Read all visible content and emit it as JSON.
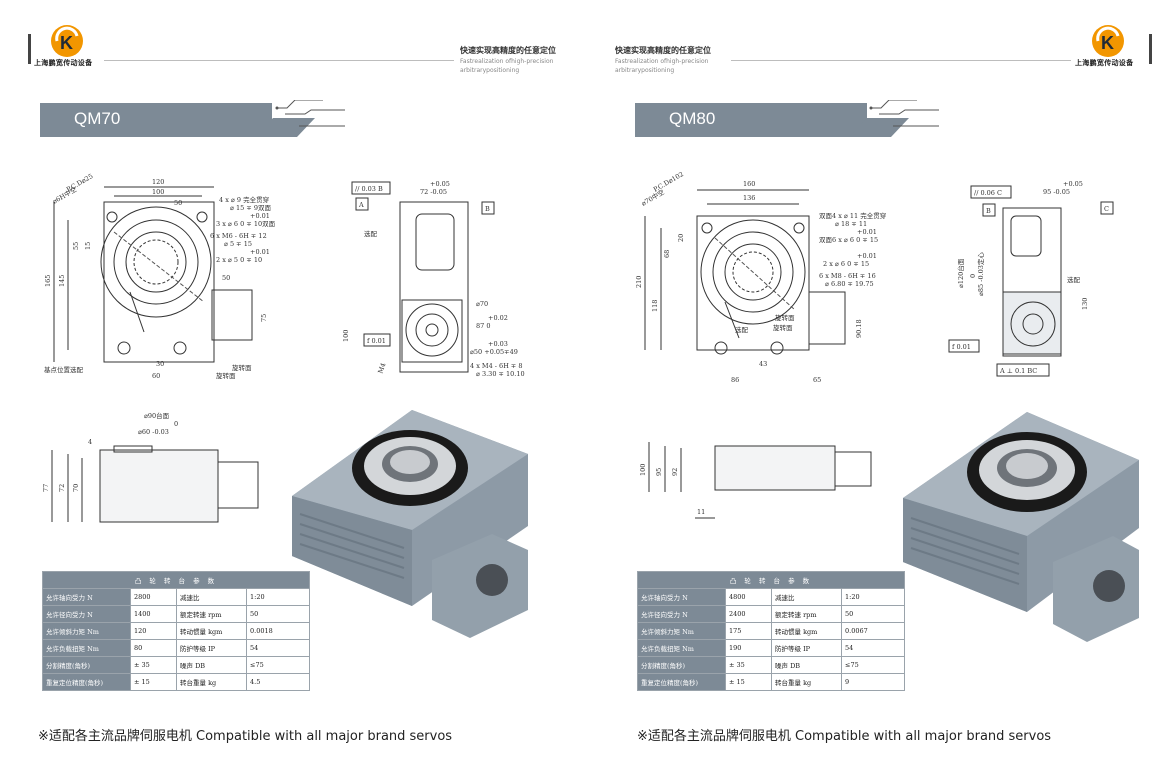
{
  "brand": {
    "name": "上海鹏宽传动设备",
    "accent": "#f29600",
    "dark": "#1f2a36"
  },
  "tagline": {
    "cn": "快速实现高精度的任意定位",
    "en1": "Fastrealization ofhigh-precision",
    "en2": "arbitrarypositioning"
  },
  "footer": "※适配各主流品牌伺服电机 Compatible with all major brand servos",
  "pages": [
    {
      "model": "QM70",
      "dims": {
        "pcd": "P.C.D⌀25",
        "pilot": "⌀6H中空",
        "w120": "120",
        "w100": "100",
        "w50": "50",
        "h165": "165",
        "h145": "145",
        "h55": "55",
        "h15": "15",
        "hole1": "4 x ⌀ 9 完全贯穿",
        "hole1b": "⌀ 15 ∓ 9双面",
        "hole2tol": "+0.01",
        "hole2": "3 x ⌀ 6 0  ∓ 10双面",
        "tap": "6 x M6 - 6H ∓ 12",
        "tap2": "⌀ 5 ∓ 15",
        "hole3tol": "+0.01",
        "hole3": "2 x ⌀ 5 0  ∓ 10",
        "w30": "30",
        "w60": "60",
        "s50": "50",
        "h75": "75",
        "origin": "基点位置选配",
        "rot_face": "旋转面",
        "rot_face2": "旋转面",
        "side_tol": "+0.05",
        "side_w": "72 -0.05",
        "par": "// 0.03 B",
        "datA": "A",
        "datB": "B",
        "opt": "选配",
        "d70": "⌀70",
        "d87tol": "+0.02",
        "d87": "87 0",
        "h100": "100",
        "flat": "f 0.01",
        "d50tol": "+0.03",
        "d50": "⌀50 +0.05∓49",
        "m4": "4 x M4 - 6H ∓ 8",
        "d330": "⌀ 3.30 ∓ 10.10",
        "neck": "M4",
        "top90": "⌀90台面",
        "top60tol": "0",
        "top60": "⌀60 -0.03",
        "h4": "4",
        "h77": "77",
        "h72": "72",
        "h70": "70"
      },
      "table": {
        "caption": "凸 轮 转 台 参 数",
        "rows": [
          [
            "允许轴向受力 N",
            "2800",
            "减速比",
            "1:20"
          ],
          [
            "允许径向受力 N",
            "1400",
            "额定转速 rpm",
            "50"
          ],
          [
            "允许倾斜力矩 Nm",
            "120",
            "转动惯量 kgm",
            "0.0018"
          ],
          [
            "允许负载扭矩 Nm",
            "80",
            "防护等级 IP",
            "54"
          ],
          [
            "分割精度(角秒)",
            "± 35",
            "噪声 DB",
            "≤75"
          ],
          [
            "重复定位精度(角秒)",
            "± 15",
            "转台重量 kg",
            "4.5"
          ]
        ]
      }
    },
    {
      "model": "QM80",
      "dims": {
        "pcd": "P.C.D⌀102",
        "pilot": "⌀70中空",
        "w160": "160",
        "w136": "136",
        "h210": "210",
        "h118": "118",
        "h68": "68",
        "h20": "20",
        "hole1": "双面4 x ⌀ 11 完全贯穿",
        "hole1b": "⌀ 18 ∓ 11",
        "hole2tol": "+0.01",
        "hole2": "双面6 x ⌀ 6 0  ∓ 15",
        "hole3tol": "+0.01",
        "hole3": "2 x ⌀ 6 0  ∓ 15",
        "tap": "6 x M8 - 6H ∓ 16",
        "tap2": "⌀ 6.80 ∓ 19.75",
        "rot_face": "旋转面",
        "rot_face2": "旋转面",
        "opt": "选配",
        "w43": "43",
        "w86": "86",
        "w65": "65",
        "h9018": "90.18",
        "side_tol": "+0.05",
        "side_w": "95 -0.05",
        "par": "// 0.06 C",
        "datB": "B",
        "datC": "C",
        "d120": "⌀120台面",
        "d85": "⌀85 -0.03定心",
        "d85tol": "0",
        "opt2": "选配",
        "h130": "130",
        "flat": "f 0.01",
        "perp": "A ⊥ 0.1 BC",
        "h100": "100",
        "h95": "95",
        "h92": "92",
        "h11": "11"
      },
      "table": {
        "caption": "凸 轮 转 台 参 数",
        "rows": [
          [
            "允许轴向受力 N",
            "4800",
            "减速比",
            "1:20"
          ],
          [
            "允许径向受力 N",
            "2400",
            "额定转速 rpm",
            "50"
          ],
          [
            "允许倾斜力矩 Nm",
            "175",
            "转动惯量 kgm",
            "0.0067"
          ],
          [
            "允许负载扭矩 Nm",
            "190",
            "防护等级 IP",
            "54"
          ],
          [
            "分割精度(角秒)",
            "± 35",
            "噪声 DB",
            "≤75"
          ],
          [
            "重复定位精度(角秒)",
            "± 15",
            "转台重量 kg",
            "9"
          ]
        ]
      }
    }
  ]
}
